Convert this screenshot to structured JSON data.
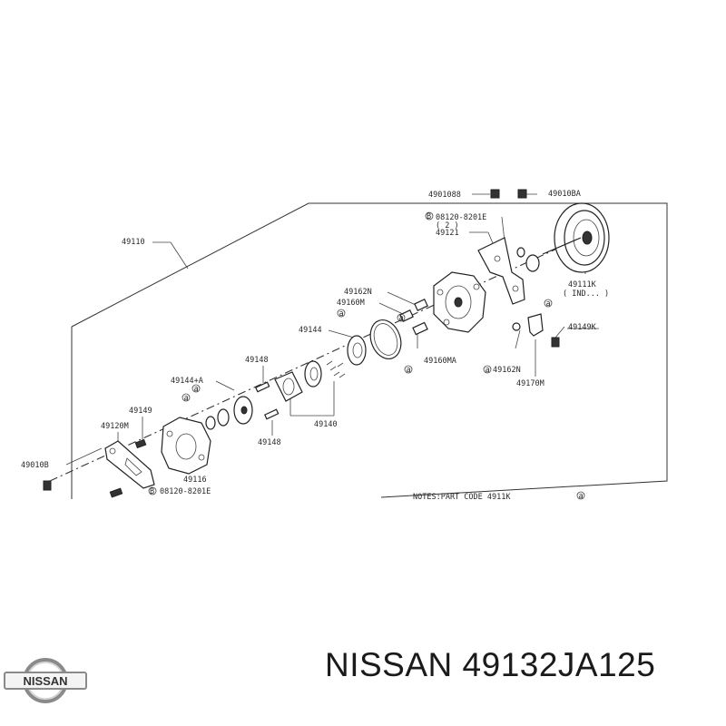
{
  "diagram": {
    "callouts": [
      {
        "id": "c-4901088",
        "text": "4901088"
      },
      {
        "id": "c-49010ba",
        "text": "49010BA"
      },
      {
        "id": "c-08120-top",
        "text": "08120-8201E"
      },
      {
        "id": "c-2",
        "text": "( 2 )"
      },
      {
        "id": "c-49121",
        "text": "49121"
      },
      {
        "id": "c-49110",
        "text": "49110"
      },
      {
        "id": "c-49162n-a",
        "text": "49162N"
      },
      {
        "id": "c-49160m",
        "text": "49160M"
      },
      {
        "id": "c-49111k",
        "text": "49111K"
      },
      {
        "id": "c-ind",
        "text": "( IND... )"
      },
      {
        "id": "c-49144",
        "text": "49144"
      },
      {
        "id": "c-49149k",
        "text": "49149K"
      },
      {
        "id": "c-49148-a",
        "text": "49148"
      },
      {
        "id": "c-49160ma",
        "text": "49160MA"
      },
      {
        "id": "c-49162n-b",
        "text": "49162N"
      },
      {
        "id": "c-49144a",
        "text": "49144+A"
      },
      {
        "id": "c-49170m",
        "text": "49170M"
      },
      {
        "id": "c-49149",
        "text": "49149"
      },
      {
        "id": "c-49140",
        "text": "49140"
      },
      {
        "id": "c-49120m",
        "text": "49120M"
      },
      {
        "id": "c-49148-b",
        "text": "49148"
      },
      {
        "id": "c-49010b",
        "text": "49010B"
      },
      {
        "id": "c-49116",
        "text": "49116"
      },
      {
        "id": "c-08120-bot",
        "text": "08120-8201E"
      },
      {
        "id": "c-note",
        "text": "NOTES:PART CODE 4911K"
      }
    ],
    "markers": {
      "a": "a",
      "b": "B"
    }
  },
  "logo": {
    "text": "NISSAN"
  },
  "caption": {
    "text": "NISSAN 49132JA125"
  }
}
